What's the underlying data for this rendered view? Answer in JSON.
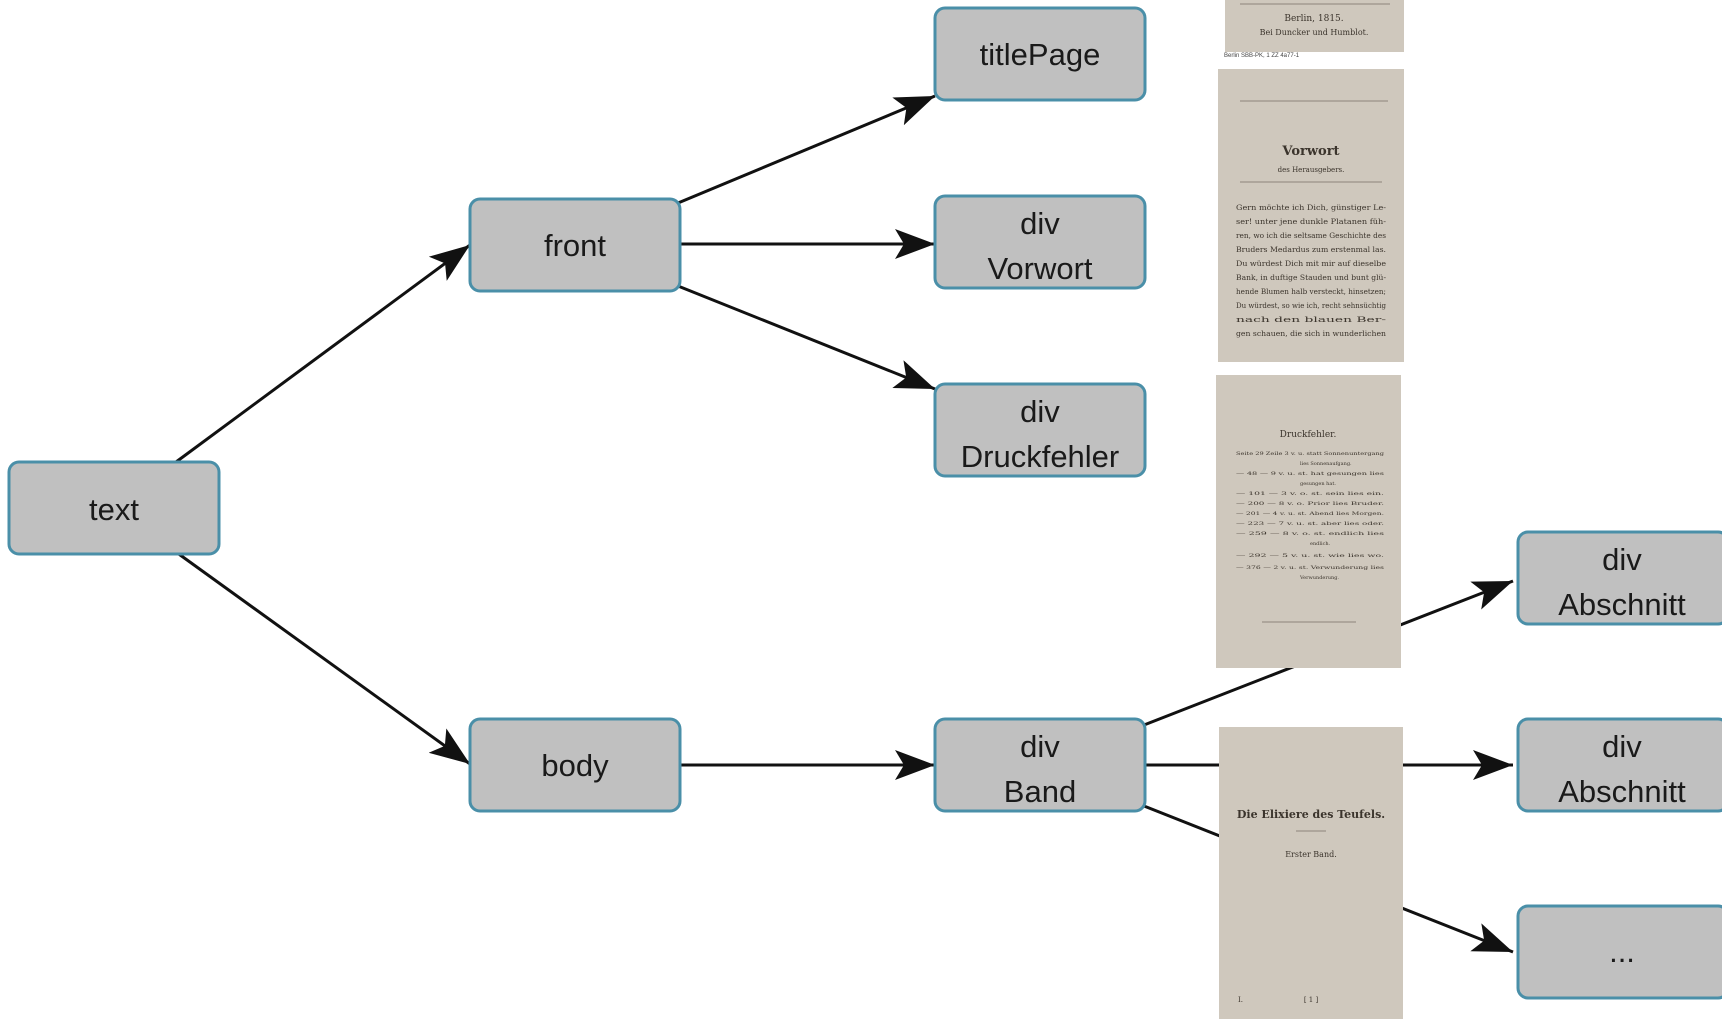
{
  "colors": {
    "node_fill": "#c0c0c0",
    "node_border": "#4a8fa8",
    "edge": "#111111",
    "paper": "#cfc8bd"
  },
  "nodes": {
    "text": {
      "lines": [
        "text"
      ]
    },
    "front": {
      "lines": [
        "front"
      ]
    },
    "body": {
      "lines": [
        "body"
      ]
    },
    "titlePage": {
      "lines": [
        "titlePage"
      ]
    },
    "vorwort": {
      "lines": [
        "div",
        "Vorwort"
      ]
    },
    "druckfehler": {
      "lines": [
        "div",
        "Druckfehler"
      ]
    },
    "band": {
      "lines": [
        "div",
        "Band"
      ]
    },
    "abschnitt1": {
      "lines": [
        "div",
        "Abschnitt"
      ]
    },
    "abschnitt2": {
      "lines": [
        "div",
        "Abschnitt"
      ]
    },
    "more": {
      "lines": [
        "..."
      ]
    }
  },
  "scans": {
    "title_page": {
      "lines": [
        "Berlin, 1815.",
        "Bei Duncker und Humblot."
      ],
      "caption": "Berlin SBB-PK, 1 ZZ 4a77-1"
    },
    "vorwort": {
      "heading": "Vorwort",
      "subheading": "des Herausgebers.",
      "body": [
        "Gern möchte ich Dich, günstiger Le-",
        "ser! unter jene dunkle Platanen füh-",
        "ren, wo ich die seltsame Geschichte des",
        "Bruders Medardus zum erstenmal las.",
        "Du würdest Dich mit mir auf dieselbe",
        "Bank, in duftige Stauden und bunt glü-",
        "hende Blumen halb versteckt, hinsetzen;",
        "Du würdest, so wie ich, recht sehnsüchtig",
        "nach den blauen Ber-",
        "gen schauen, die sich in wunderlichen"
      ]
    },
    "druckfehler": {
      "heading": "Druckfehler.",
      "body": [
        "Seite 29 Zeile 3 v. u. statt Sonnenuntergang",
        "lies Sonnenaufgang.",
        "— 48 — 9 v. u. st. hat gesungen lies",
        "gesungen hat.",
        "— 101 — 3 v. o. st. sein lies ein.",
        "— 200 — 8 v. o. Prior lies Bruder.",
        "— 201 — 4 v. u. st. Abend lies Morgen.",
        "— 223 — 7 v. u. st. aber lies oder.",
        "— 259 — 8 v. o. st. endlich lies",
        "endlich.",
        "— 292 — 5 v. u. st. wie lies wo.",
        "— 376 — 2 v. u. st. Verwunderung lies",
        "Verwunderung."
      ]
    },
    "band_title": {
      "title": "Die Elixiere des Teufels.",
      "subtitle": "Erster Band.",
      "foot_left": "I.",
      "foot_right": "[ 1 ]"
    }
  }
}
